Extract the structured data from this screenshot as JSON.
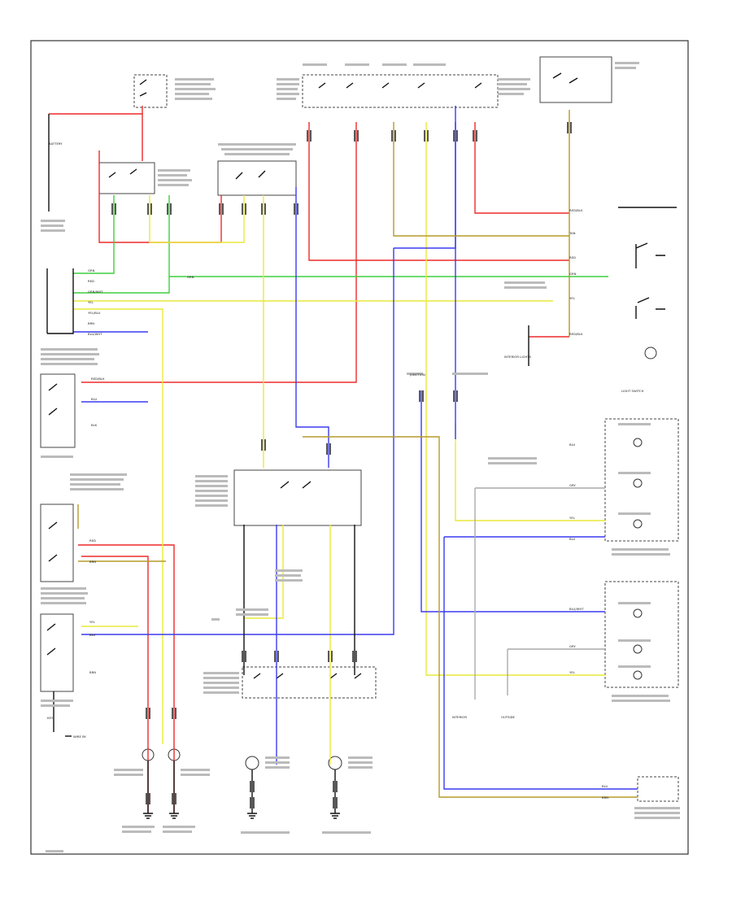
{
  "diagram": {
    "ground_text": "WIRE BY",
    "battery_label": "BATTERY",
    "interior_lights_label": "INTERIOR LIGHTS",
    "light_switch_label": "LIGHT SWITCH",
    "key_label": "KEY",
    "interior_label": "INTERIOR",
    "outside_label": "OUTSIDE",
    "junction_label": "JUNCTION",
    "wire_colors": [
      "RED",
      "YEL",
      "GRN",
      "BLU",
      "BRN",
      "TAN",
      "GRY",
      "BLK",
      "RED/BLK",
      "YEL/BLU",
      "GRN/WHT",
      "BLU/WHT"
    ]
  }
}
